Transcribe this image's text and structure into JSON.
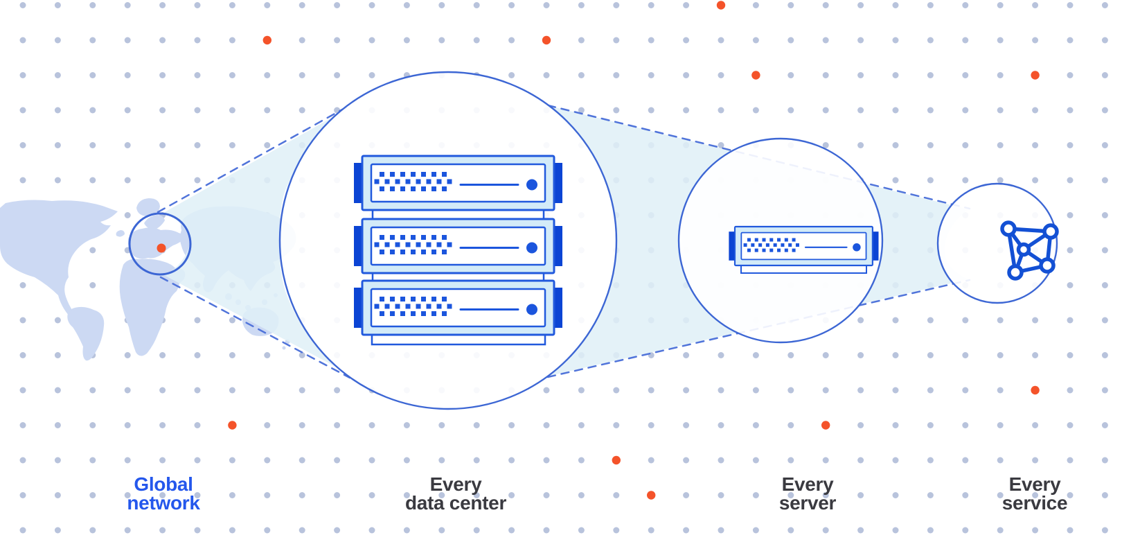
{
  "diagram": {
    "stages": [
      {
        "id": "global-network",
        "icon": "world-map-with-location-marker",
        "label_line1": "Global",
        "label_line2": "network",
        "highlighted": true
      },
      {
        "id": "every-data-center",
        "icon": "server-rack-stack",
        "label_line1": "Every",
        "label_line2": "data center",
        "highlighted": false
      },
      {
        "id": "every-server",
        "icon": "server-unit",
        "label_line1": "Every",
        "label_line2": "server",
        "highlighted": false
      },
      {
        "id": "every-service",
        "icon": "mesh-network-icon",
        "label_line1": "Every",
        "label_line2": "service",
        "highlighted": false
      }
    ]
  },
  "colors": {
    "background": "#ffffff",
    "grid_dot": "#b8c3dc",
    "accent_orange": "#f4532a",
    "map_land": "#ccd9f3",
    "beam_fill": "#dff0f7",
    "circle_stroke": "#3c66d4",
    "dash_stroke": "#5074da",
    "server_border": "#2159dd",
    "server_bezel": "#d3ebf8",
    "server_tab": "#0b44d4",
    "server_detail": "#1b55dd",
    "icon_blue": "#1350d4",
    "label_dark": "#3a3a40",
    "label_blue": "#2457ec"
  }
}
